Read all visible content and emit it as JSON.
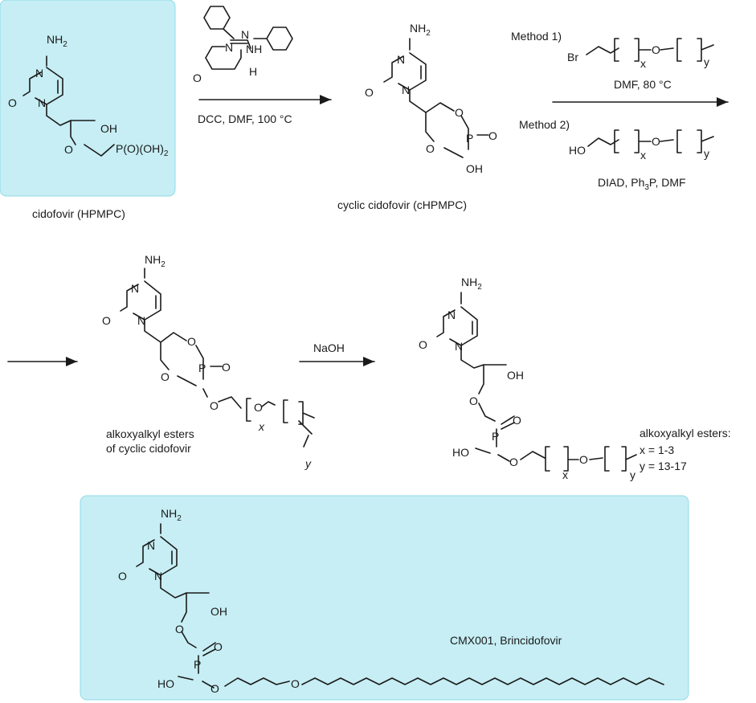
{
  "colors": {
    "highlight_fill": "#c6eef4",
    "highlight_edge": "#93dbe6",
    "ink": "#1a1a1a"
  },
  "atoms": {
    "nh2": "NH2",
    "n": "N",
    "o": "O",
    "oh": "OH",
    "ho": "HO",
    "p": "P",
    "po_oh2": "P(O)(OH)2",
    "br": "Br",
    "nh": "NH",
    "h": "H",
    "x": "x",
    "y": "y"
  },
  "labels": {
    "cidofovir": "cidofovir (HPMPC)",
    "cyclic": "cyclic cidofovir (cHPMPC)",
    "esters_line1": "alkoxyalkyl esters",
    "esters_line2": "of cyclic cidofovir",
    "cmx": "CMX001, Brincidofovir",
    "legend_title": "alkoxyalkyl esters:",
    "legend_x": "x = 1-3",
    "legend_y": "y = 13-17"
  },
  "conditions": {
    "step1": "DCC, DMF, 100 °C",
    "method1": "Method 1)",
    "method1_cond": "DMF, 80 °C",
    "method2": "Method 2)",
    "method2_cond": "DIAD, Ph3P, DMF",
    "step3": "NaOH"
  }
}
